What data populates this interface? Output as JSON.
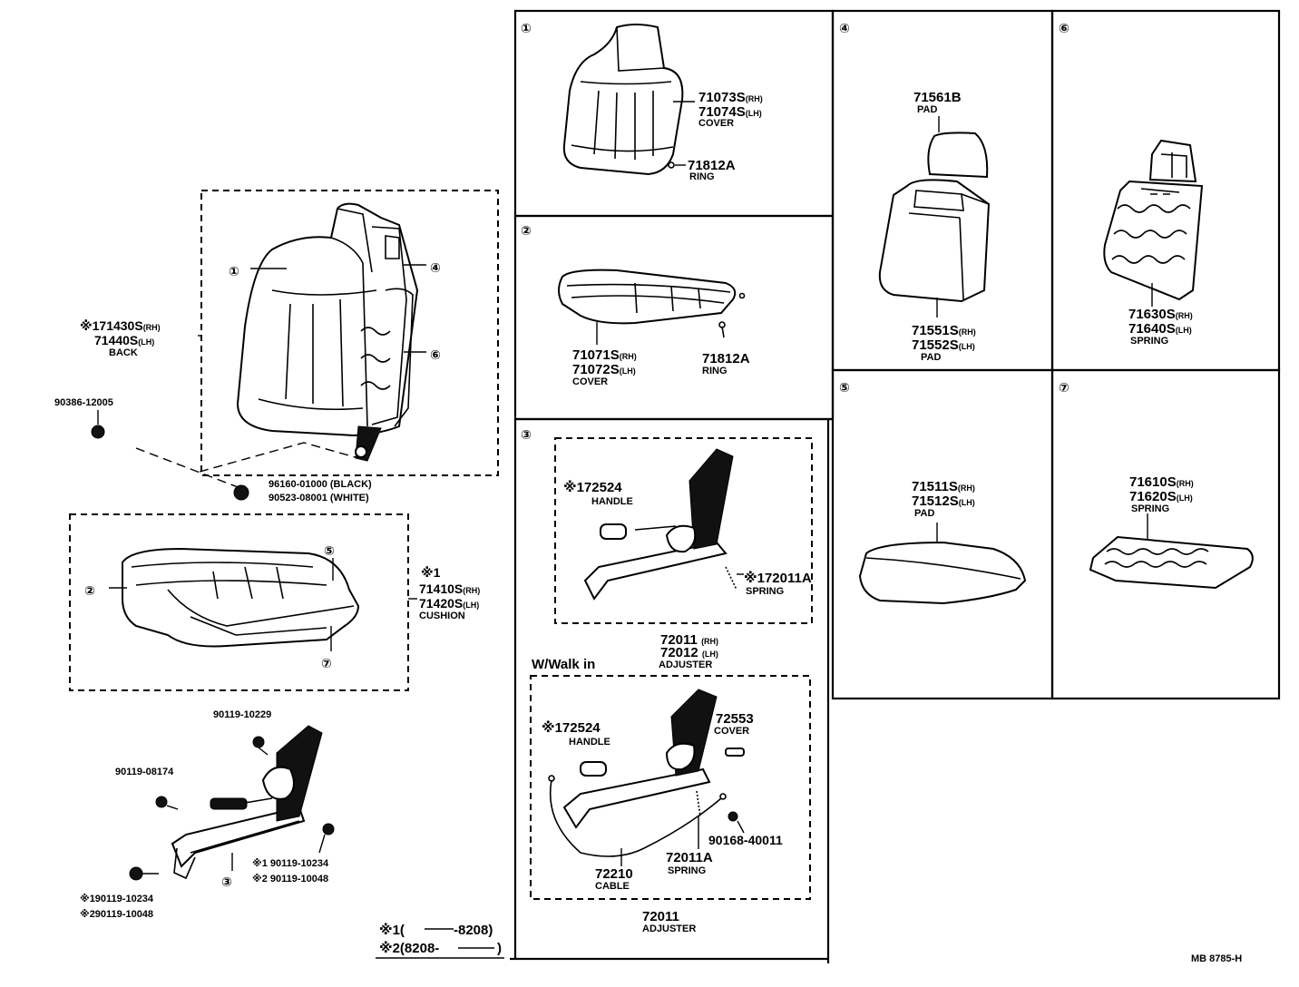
{
  "footnotes": {
    "n1": "※1(",
    "n1_val": "-8208)",
    "n2": "※2(8208-",
    "n2_val": ")"
  },
  "diagram_id": "MB 8785-H",
  "callouts": [
    "①",
    "②",
    "③",
    "④",
    "⑤",
    "⑥",
    "⑦"
  ],
  "left": {
    "back": {
      "prefix": "※1",
      "rh": "71430S",
      "rh_sfx": "(RH)",
      "lh": "71440S",
      "lh_sfx": "(LH)",
      "name": "BACK"
    },
    "p90386": "90386-12005",
    "p96160": "96160-01000 (BLACK)",
    "p90523": "90523-08001 (WHITE)",
    "cushion": {
      "prefix": "※1",
      "rh": "71410S",
      "rh_sfx": "(RH)",
      "lh": "71420S",
      "lh_sfx": "(LH)",
      "name": "CUSHION"
    },
    "p90119_10229": "90119-10229",
    "p90119_08174": "90119-08174",
    "adj_bolt1": "※1 90119-10234",
    "adj_bolt2": "※2 90119-10048",
    "low_bolt1": "※190119-10234",
    "low_bolt2": "※290119-10048"
  },
  "panel1": {
    "rh": "71073S",
    "rh_sfx": "(RH)",
    "lh": "71074S",
    "lh_sfx": "(LH)",
    "name": "COVER",
    "ring": "71812A",
    "ring_name": "RING"
  },
  "panel2": {
    "rh": "71071S",
    "rh_sfx": "(RH)",
    "lh": "71072S",
    "lh_sfx": "(LH)",
    "name": "COVER",
    "ring": "71812A",
    "ring_name": "RING"
  },
  "panel3": {
    "handle": "※172524",
    "handle_name": "HANDLE",
    "spring": "72011A",
    "spring_prefix": "※1",
    "spring_name": "SPRING",
    "adj_rh": "72011",
    "adj_rh_sfx": "(RH)",
    "adj_lh": "72012",
    "adj_lh_sfx": "(LH)",
    "adj_name": "ADJUSTER",
    "walk_label": "W/Walk in",
    "w_handle": "※172524",
    "w_handle_name": "HANDLE",
    "w_cover": "72553",
    "w_cover_name": "COVER",
    "w_bolt": "90168-40011",
    "w_spring": "72011A",
    "w_spring_name": "SPRING",
    "w_cable": "72210",
    "w_cable_name": "CABLE",
    "w_adj": "72011",
    "w_adj_name": "ADJUSTER"
  },
  "panel4": {
    "pad_top": "71561B",
    "pad_top_name": "PAD",
    "rh": "71551S",
    "rh_sfx": "(RH)",
    "lh": "71552S",
    "lh_sfx": "(LH)",
    "name": "PAD"
  },
  "panel5": {
    "rh": "71511S",
    "rh_sfx": "(RH)",
    "lh": "71512S",
    "lh_sfx": "(LH)",
    "name": "PAD"
  },
  "panel6": {
    "rh": "71630S",
    "rh_sfx": "(RH)",
    "lh": "71640S",
    "lh_sfx": "(LH)",
    "name": "SPRING"
  },
  "panel7": {
    "rh": "71610S",
    "rh_sfx": "(RH)",
    "lh": "71620S",
    "lh_sfx": "(LH)",
    "name": "SPRING"
  }
}
